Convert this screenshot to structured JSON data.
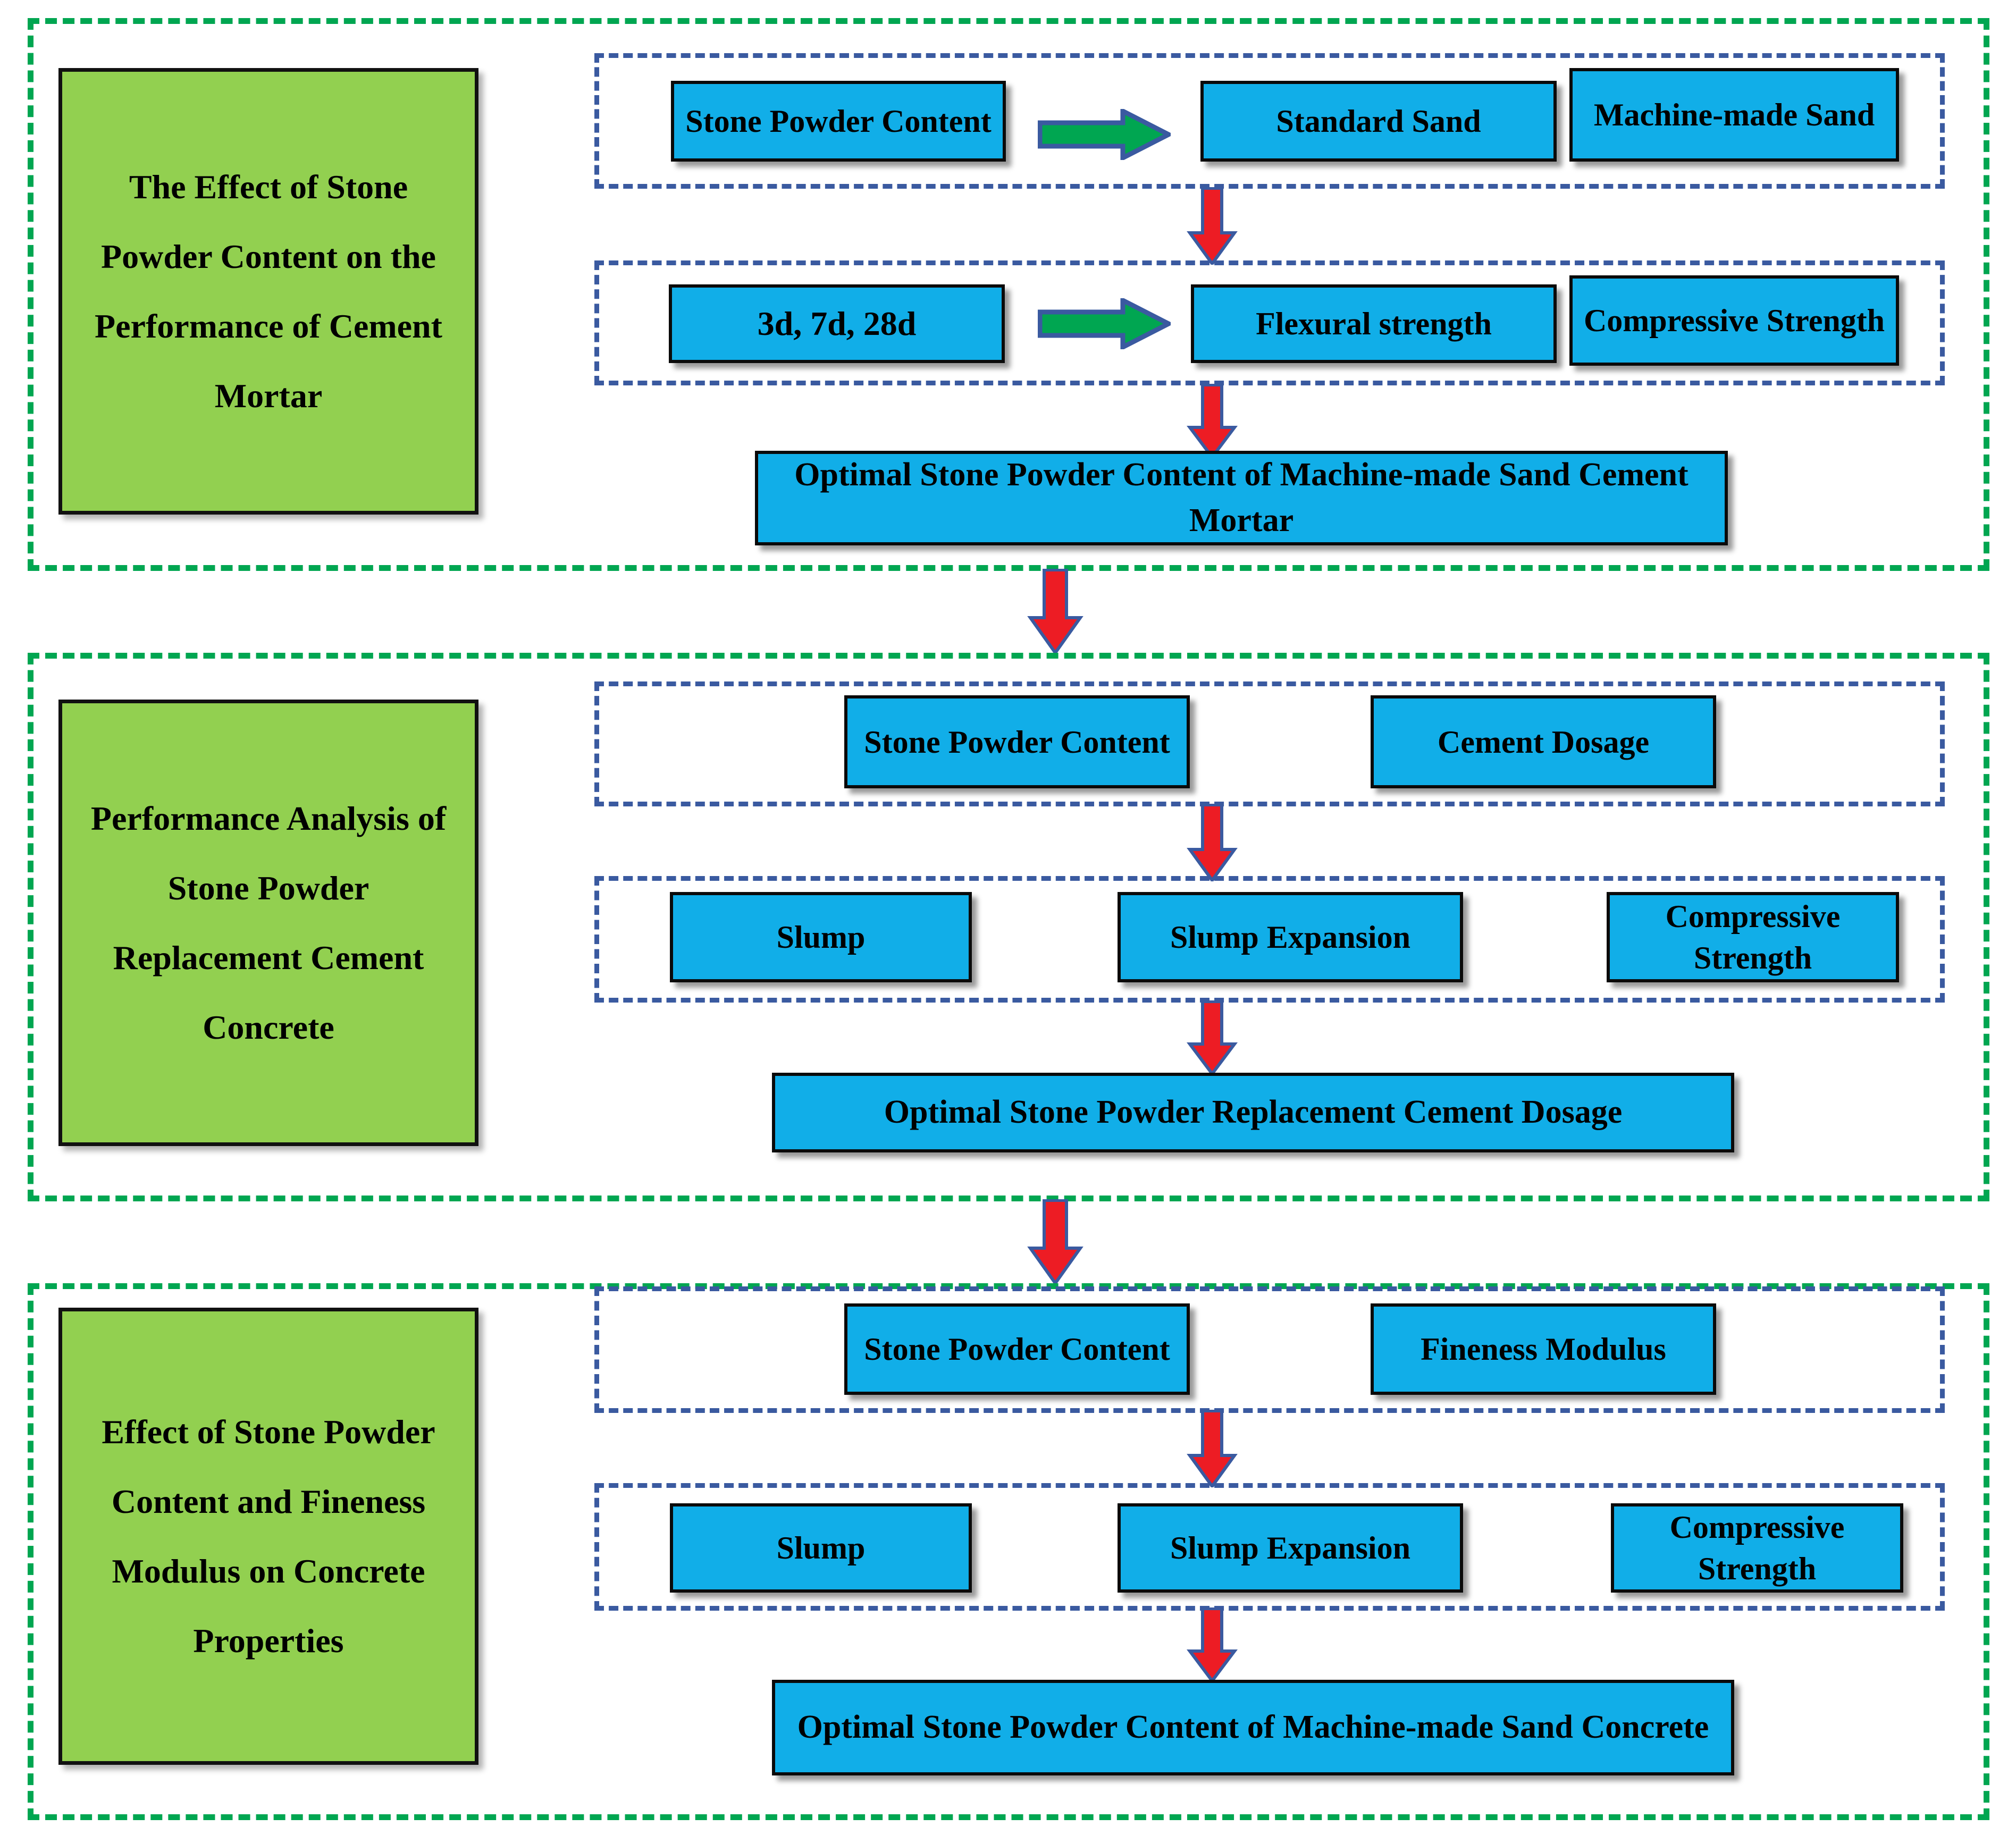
{
  "figure": {
    "type": "flowchart",
    "colors": {
      "section_border": "#00A651",
      "group_border": "#3A5AA0",
      "node_fill": "#11AEE8",
      "node_border": "#000000",
      "title_fill": "#92D050",
      "arrow_red": "#ED1C24",
      "arrow_green": "#00A651",
      "arrow_outline": "#3A5AA0"
    }
  },
  "sections": [
    {
      "id": "section-1",
      "title": "The Effect of Stone Powder Content on the Performance of Cement Mortar",
      "groups": [
        {
          "id": "s1-group-1",
          "nodes": [
            {
              "label": "Stone Powder Content"
            },
            {
              "label": "Standard Sand"
            },
            {
              "label": "Machine-made Sand"
            }
          ],
          "inline_arrow": "green-right-arrow"
        },
        {
          "id": "s1-group-2",
          "nodes": [
            {
              "label": "3d, 7d, 28d"
            },
            {
              "label": "Flexural strength"
            },
            {
              "label": "Compressive Strength"
            }
          ],
          "inline_arrow": "green-right-arrow"
        }
      ],
      "outcome": {
        "label": "Optimal Stone Powder Content of Machine-made Sand Cement Mortar"
      }
    },
    {
      "id": "section-2",
      "title": "Performance Analysis of Stone Powder Replacement Cement Concrete",
      "groups": [
        {
          "id": "s2-group-1",
          "nodes": [
            {
              "label": "Stone Powder Content"
            },
            {
              "label": "Cement Dosage"
            }
          ],
          "inline_arrow": null
        },
        {
          "id": "s2-group-2",
          "nodes": [
            {
              "label": "Slump"
            },
            {
              "label": "Slump Expansion"
            },
            {
              "label": "Compressive Strength"
            }
          ],
          "inline_arrow": null
        }
      ],
      "outcome": {
        "label": "Optimal Stone Powder Replacement Cement Dosage"
      }
    },
    {
      "id": "section-3",
      "title": "Effect of Stone Powder Content and Fineness Modulus on Concrete Properties",
      "groups": [
        {
          "id": "s3-group-1",
          "nodes": [
            {
              "label": "Stone Powder Content"
            },
            {
              "label": "Fineness Modulus"
            }
          ],
          "inline_arrow": null
        },
        {
          "id": "s3-group-2",
          "nodes": [
            {
              "label": "Slump"
            },
            {
              "label": "Slump Expansion"
            },
            {
              "label": "Compressive Strength"
            }
          ],
          "inline_arrow": null
        }
      ],
      "outcome": {
        "label": "Optimal Stone Powder Content of Machine-made Sand Concrete"
      }
    }
  ]
}
